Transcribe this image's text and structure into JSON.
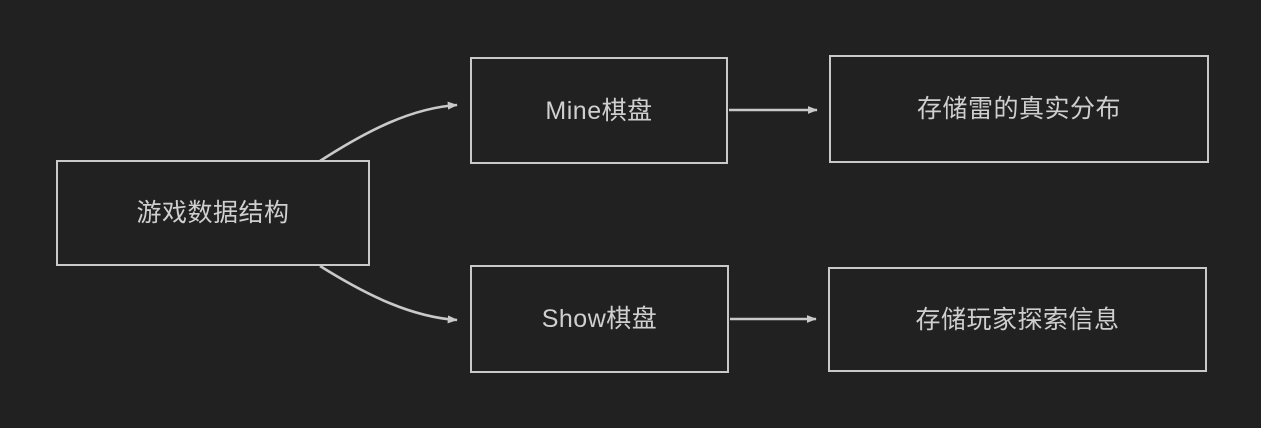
{
  "diagram": {
    "type": "flowchart",
    "title": "",
    "background_color": "#212121",
    "stroke_color": "#c9c9c9",
    "text_color": "#cfcfcf",
    "nodes": [
      {
        "id": "root",
        "label": "游戏数据结构"
      },
      {
        "id": "mine",
        "label": "Mine棋盘"
      },
      {
        "id": "mine_desc",
        "label": "存储雷的真实分布"
      },
      {
        "id": "show",
        "label": "Show棋盘"
      },
      {
        "id": "show_desc",
        "label": "存储玩家探索信息"
      }
    ],
    "edges": [
      {
        "id": "root-to-mine",
        "from": "root",
        "to": "mine",
        "style": "curved",
        "label": ""
      },
      {
        "id": "root-to-show",
        "from": "root",
        "to": "show",
        "style": "curved",
        "label": ""
      },
      {
        "id": "mine-to-minedesc",
        "from": "mine",
        "to": "mine_desc",
        "style": "straight",
        "label": ""
      },
      {
        "id": "show-to-showdesc",
        "from": "show",
        "to": "show_desc",
        "style": "straight",
        "label": ""
      }
    ]
  }
}
